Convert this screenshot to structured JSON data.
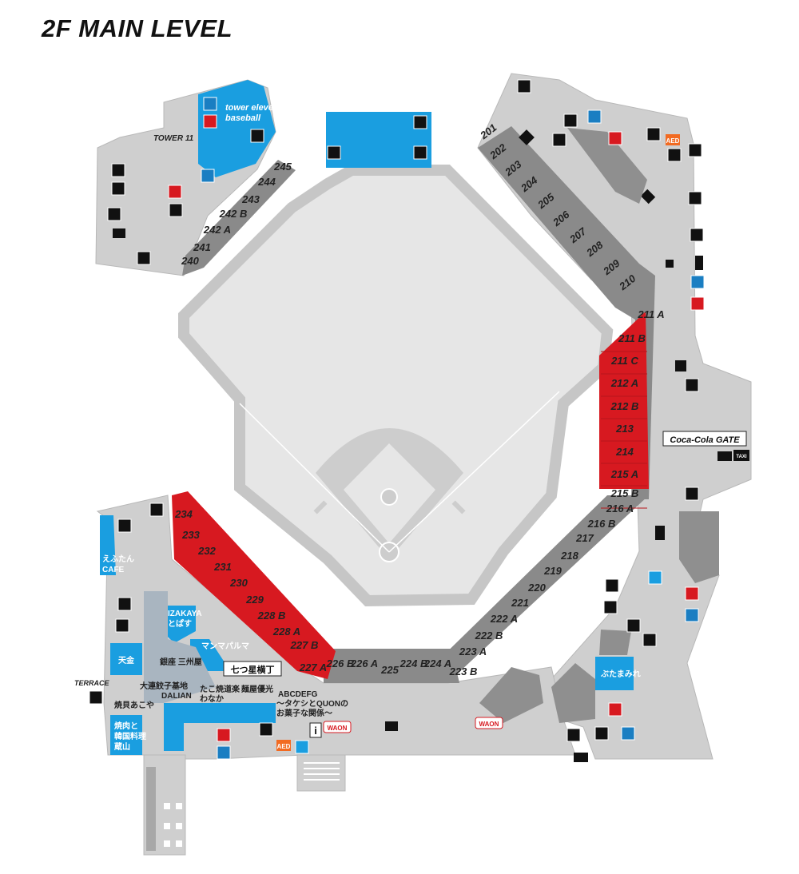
{
  "title": "2F MAIN LEVEL",
  "colors": {
    "concourse": "#cfcfcf",
    "seat_gray": "#8a8a8a",
    "seat_red": "#d71920",
    "restaurant_blue": "#1a9ee0",
    "field": "#e6e6e6",
    "toilet_blue": "#1a7ec2",
    "toilet_red": "#d71920",
    "aed": "#f26a21"
  },
  "sections_gray": [
    {
      "label": "201"
    },
    {
      "label": "202"
    },
    {
      "label": "203"
    },
    {
      "label": "204"
    },
    {
      "label": "205"
    },
    {
      "label": "206"
    },
    {
      "label": "207"
    },
    {
      "label": "208"
    },
    {
      "label": "209"
    },
    {
      "label": "210"
    },
    {
      "label": "211 A"
    },
    {
      "label": "216 A"
    },
    {
      "label": "216 B"
    },
    {
      "label": "217"
    },
    {
      "label": "218"
    },
    {
      "label": "219"
    },
    {
      "label": "220"
    },
    {
      "label": "221"
    },
    {
      "label": "222 A"
    },
    {
      "label": "222 B"
    },
    {
      "label": "223 A"
    },
    {
      "label": "223 B"
    },
    {
      "label": "224 A"
    },
    {
      "label": "224 B"
    },
    {
      "label": "225"
    },
    {
      "label": "226 A"
    },
    {
      "label": "226 B"
    },
    {
      "label": "240"
    },
    {
      "label": "241"
    },
    {
      "label": "242 A"
    },
    {
      "label": "242 B"
    },
    {
      "label": "243"
    },
    {
      "label": "244"
    },
    {
      "label": "245"
    }
  ],
  "sections_red": [
    {
      "label": "211 B"
    },
    {
      "label": "211 C"
    },
    {
      "label": "212 A"
    },
    {
      "label": "212 B"
    },
    {
      "label": "213"
    },
    {
      "label": "214"
    },
    {
      "label": "215 A"
    },
    {
      "label": "215 B"
    },
    {
      "label": "227 A"
    },
    {
      "label": "227 B"
    },
    {
      "label": "228 A"
    },
    {
      "label": "228 B"
    },
    {
      "label": "229"
    },
    {
      "label": "230"
    },
    {
      "label": "231"
    },
    {
      "label": "232"
    },
    {
      "label": "233"
    },
    {
      "label": "234"
    }
  ],
  "labels": {
    "tower11": "TOWER 11",
    "tower_eleven_1": "tower eleven",
    "tower_eleven_2": "baseball",
    "gate": "Coca-Cola GATE",
    "terrace": "TERRACE",
    "taxi": "TAXI",
    "aed": "AED",
    "ticket": "七つ星横丁",
    "waon": "WAON",
    "info": "i"
  },
  "restaurants": [
    {
      "name": "えふたん",
      "name2": "CAFE"
    },
    {
      "name": "IZAKAYA",
      "name2": "とぱす"
    },
    {
      "name": "マンマパルマ"
    },
    {
      "name": "天金"
    },
    {
      "name": "銀座 三州屋"
    },
    {
      "name": "大連餃子基地",
      "name2": "DALIAN"
    },
    {
      "name": "たこ焼道楽",
      "name2": "わなか"
    },
    {
      "name": "麺屋優光"
    },
    {
      "name": "ABCDEFG",
      "name2": "〜タケシとQUONの",
      "name3": "お菓子な関係〜"
    },
    {
      "name": "焼貝あこや"
    },
    {
      "name": "焼肉と",
      "name2": "韓国料理",
      "name3": "蔵山"
    },
    {
      "name": "ぶたまみれ"
    }
  ]
}
